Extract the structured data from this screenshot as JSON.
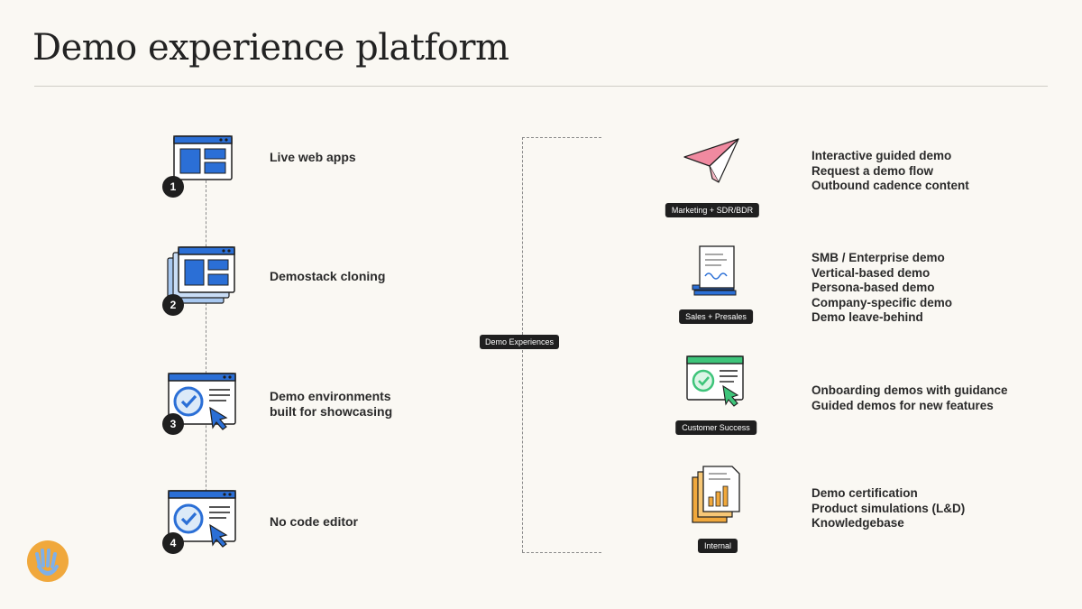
{
  "title": "Demo experience platform",
  "steps": [
    {
      "number": "1",
      "label": "Live web apps",
      "icon": "browser-window-icon"
    },
    {
      "number": "2",
      "label": "Demostack cloning",
      "icon": "cloned-windows-icon"
    },
    {
      "number": "3",
      "label": "Demo environments\nbuilt for showcasing",
      "icon": "check-cursor-window-icon"
    },
    {
      "number": "4",
      "label": "No code editor",
      "icon": "check-cursor-window-icon"
    }
  ],
  "hub_label": "Demo Experiences",
  "teams": [
    {
      "badge": "Marketing + SDR/BDR",
      "icon": "paper-plane-icon",
      "items": [
        "Interactive guided demo",
        "Request a demo flow",
        "Outbound cadence content"
      ]
    },
    {
      "badge": "Sales + Presales",
      "icon": "document-stack-icon",
      "items": [
        "SMB / Enterprise demo",
        "Vertical-based demo",
        "Persona-based demo",
        "Company-specific demo",
        "Demo leave-behind"
      ]
    },
    {
      "badge": "Customer Success",
      "icon": "check-window-cursor-icon",
      "items": [
        "Onboarding demos with guidance",
        "Guided demos for new features"
      ]
    },
    {
      "badge": "Internal",
      "icon": "report-chart-icon",
      "items": [
        "Demo certification",
        "Product simulations (L&D)",
        "Knowledgebase"
      ]
    }
  ],
  "colors": {
    "blue": "#2b6fd6",
    "light_blue": "#dceaf8",
    "green": "#3ec47a",
    "pink": "#f08aa0",
    "orange": "#f0a83c",
    "dark": "#1f1f1f"
  }
}
